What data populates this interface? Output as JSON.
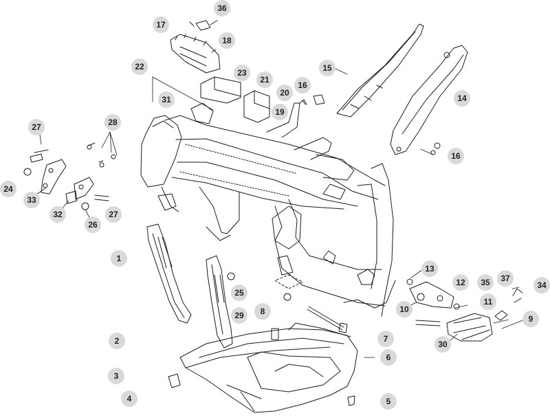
{
  "diagram": {
    "callouts": [
      {
        "id": "c1",
        "label": "1"
      },
      {
        "id": "c2",
        "label": "2"
      },
      {
        "id": "c3",
        "label": "3"
      },
      {
        "id": "c4",
        "label": "4"
      },
      {
        "id": "c5",
        "label": "5"
      },
      {
        "id": "c6",
        "label": "6"
      },
      {
        "id": "c7",
        "label": "7"
      },
      {
        "id": "c8",
        "label": "8"
      },
      {
        "id": "c9",
        "label": "9"
      },
      {
        "id": "c10",
        "label": "10"
      },
      {
        "id": "c11",
        "label": "11"
      },
      {
        "id": "c12",
        "label": "12"
      },
      {
        "id": "c13",
        "label": "13"
      },
      {
        "id": "c14",
        "label": "14"
      },
      {
        "id": "c15",
        "label": "15"
      },
      {
        "id": "c16a",
        "label": "16"
      },
      {
        "id": "c16b",
        "label": "16"
      },
      {
        "id": "c17",
        "label": "17"
      },
      {
        "id": "c18",
        "label": "18"
      },
      {
        "id": "c19",
        "label": "19"
      },
      {
        "id": "c20",
        "label": "20"
      },
      {
        "id": "c21",
        "label": "21"
      },
      {
        "id": "c22",
        "label": "22"
      },
      {
        "id": "c23",
        "label": "23"
      },
      {
        "id": "c24",
        "label": "24"
      },
      {
        "id": "c25",
        "label": "25"
      },
      {
        "id": "c26",
        "label": "26"
      },
      {
        "id": "c27a",
        "label": "27"
      },
      {
        "id": "c27b",
        "label": "27"
      },
      {
        "id": "c28",
        "label": "28"
      },
      {
        "id": "c29",
        "label": "29"
      },
      {
        "id": "c30",
        "label": "30"
      },
      {
        "id": "c31",
        "label": "31"
      },
      {
        "id": "c32",
        "label": "32"
      },
      {
        "id": "c33",
        "label": "33"
      },
      {
        "id": "c34",
        "label": "34"
      },
      {
        "id": "c35",
        "label": "35"
      },
      {
        "id": "c36",
        "label": "36"
      },
      {
        "id": "c37",
        "label": "37"
      }
    ],
    "colors": {
      "badge": "#d9d9d9",
      "line": "#1a1a1a",
      "background": "#ffffff"
    }
  }
}
